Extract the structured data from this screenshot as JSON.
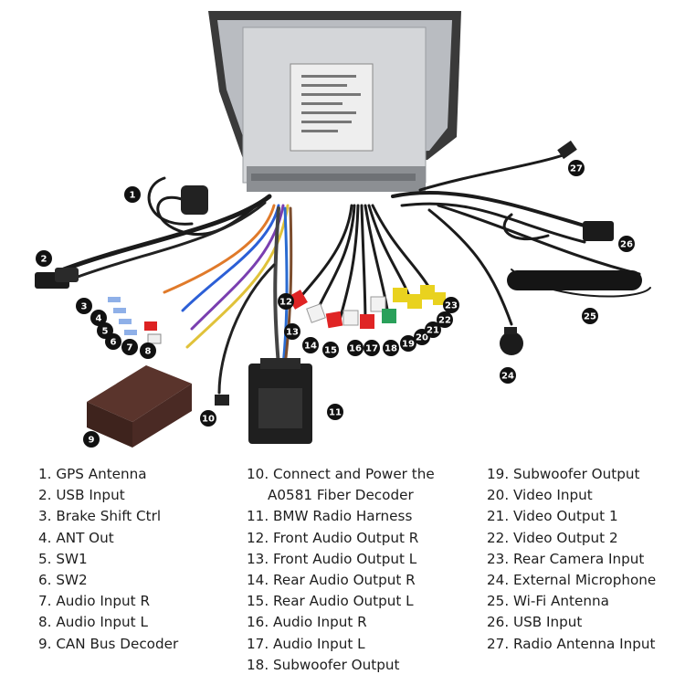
{
  "colors": {
    "badge": "#111111",
    "unit_metal": "#c9ccd0",
    "bezel": "#2b2b2b",
    "cable": "#1a1a1a",
    "decoder_box": "#4a2a24"
  },
  "callouts": [
    "1",
    "2",
    "3",
    "4",
    "5",
    "6",
    "7",
    "8",
    "9",
    "10",
    "11",
    "12",
    "13",
    "14",
    "15",
    "16",
    "17",
    "18",
    "19",
    "20",
    "21",
    "22",
    "23",
    "24",
    "25",
    "26",
    "27"
  ],
  "legend": {
    "col1": [
      "1.  GPS Antenna",
      "2. USB Input",
      "3. Brake Shift Ctrl",
      "4. ANT Out",
      "5. SW1",
      "6. SW2",
      "7. Audio Input R",
      "8. Audio Input L",
      "9. CAN Bus Decoder"
    ],
    "col2": [
      "10. Connect and Power the",
      "A0581 Fiber Decoder",
      "11. BMW Radio Harness",
      "12. Front Audio Output R",
      "13. Front Audio Output L",
      "14. Rear Audio Output R",
      "15. Rear Audio Output L",
      "16. Audio Input R",
      "17. Audio Input L",
      "18. Subwoofer Output"
    ],
    "col3": [
      "19. Subwoofer Output",
      "20. Video Input",
      "21. Video Output 1",
      "22. Video Output 2",
      "23. Rear Camera Input",
      "24. External Microphone",
      "25. Wi-Fi Antenna",
      "26. USB Input",
      "27. Radio Antenna Input"
    ]
  }
}
